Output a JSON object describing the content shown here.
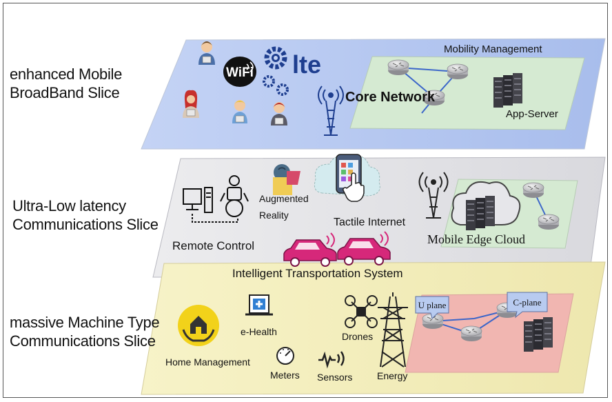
{
  "slices": [
    {
      "label_line1": "enhanced Mobile",
      "label_line2": "BroadBand Slice",
      "elements": {
        "wifi": "WiFi",
        "lte": "lte",
        "core_network": "Core Network",
        "mobility_management": "Mobility Management",
        "app_server": "App-Server"
      }
    },
    {
      "label_line1": "Ultra-Low latency",
      "label_line2": "Communications Slice",
      "elements": {
        "remote_control": "Remote Control",
        "augmented_reality_line1": "Augmented",
        "augmented_reality_line2": "Reality",
        "tactile_internet": "Tactile Internet",
        "mobile_edge_cloud": "Mobile Edge Cloud",
        "intelligent_transportation": "Intelligent Transportation System"
      }
    },
    {
      "label_line1": "massive Machine Type",
      "label_line2": "Communications Slice",
      "elements": {
        "home_management": "Home Management",
        "e_health": "e-Health",
        "meters": "Meters",
        "sensors": "Sensors",
        "drones": "Drones",
        "energy": "Energy",
        "u_plane": "U plane",
        "c_plane": "C-plane"
      }
    }
  ],
  "colors": {
    "embb_plane": "#b3c6f0",
    "urllc_plane": "#e2e2e6",
    "mmtc_plane": "#f4efbe",
    "inner_panel": "#d8ecd4",
    "inner_panel_mmtc": "#f2b7b3",
    "car": "#d6287a",
    "home_circle": "#f2d21a"
  }
}
